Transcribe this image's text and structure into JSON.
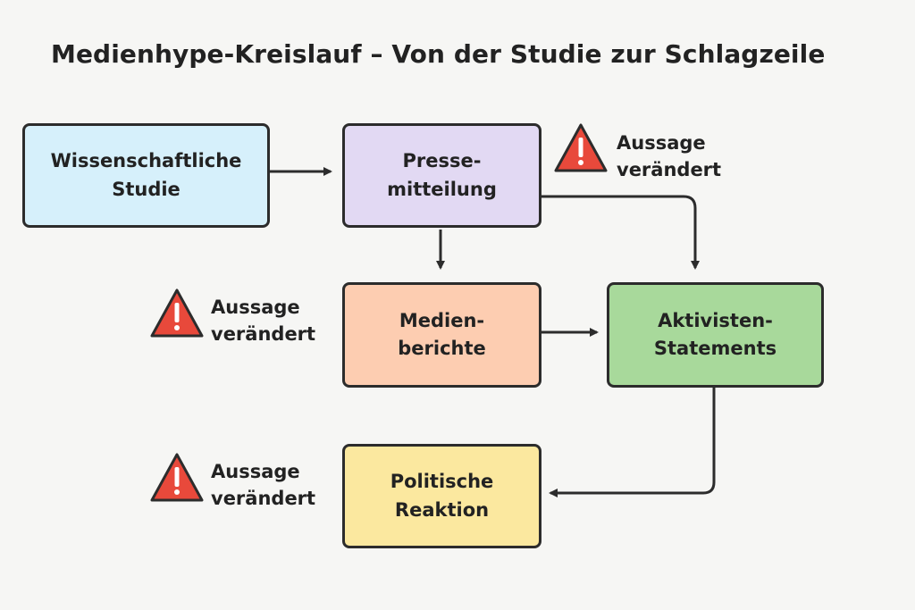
{
  "title": "Medienhype-Kreislauf – Von der Studie zur Schlagzeile",
  "nodes": {
    "studie": {
      "label": "Wissenschaftliche\nStudie",
      "color": "#d6f0fb"
    },
    "presse": {
      "label": "Presse-\nmitteilung",
      "color": "#e2d9f3"
    },
    "medien": {
      "label": "Medien-\nberichte",
      "color": "#fdcdb1"
    },
    "aktivisten": {
      "label": "Aktivisten-\nStatements",
      "color": "#a8d99b"
    },
    "politik": {
      "label": "Politische\nReaktion",
      "color": "#fbe89f"
    }
  },
  "warnings": {
    "presse": {
      "label": "Aussage\nverändert",
      "icon": "warning-triangle-icon"
    },
    "medien": {
      "label": "Aussage\nverändert",
      "icon": "warning-triangle-icon"
    },
    "politik": {
      "label": "Aussage\nverändert",
      "icon": "warning-triangle-icon"
    }
  },
  "colors": {
    "warning": "#e8493b",
    "stroke": "#2c2c2c"
  }
}
